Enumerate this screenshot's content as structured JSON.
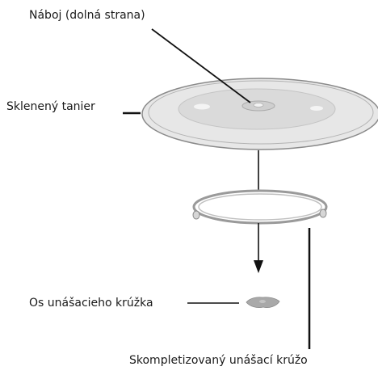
{
  "labels": {
    "hub": "Náboj (dolná strana)",
    "plate": "Sklenený tanier",
    "axis": "Os unášacieho krúžka",
    "ring": "Skompletizovaný unášací krúžo"
  },
  "colors": {
    "plate_fill": "#e9e9e9",
    "plate_inner": "#dedede",
    "outline": "#8a8a8a",
    "leader": "#111111",
    "ring": "#9a9a9a",
    "axis_part": "#a9a9a9"
  }
}
